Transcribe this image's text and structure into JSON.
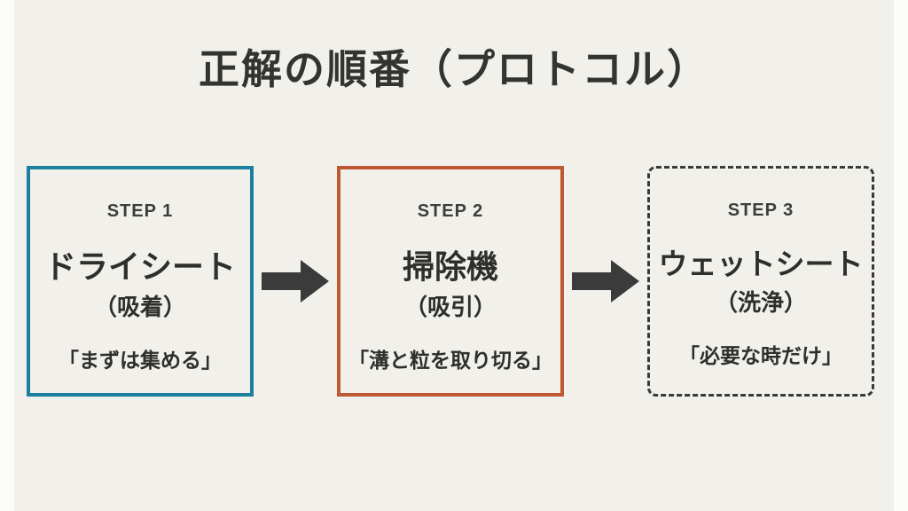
{
  "page": {
    "title": "正解の順番（プロトコル）"
  },
  "steps": [
    {
      "label": "STEP 1",
      "name": "ドライシート",
      "method": "（吸着）",
      "quote": "「まずは集める」",
      "border_color": "#1d7f9e",
      "border_style": "solid"
    },
    {
      "label": "STEP 2",
      "name": "掃除機",
      "method": "（吸引）",
      "quote": "「溝と粒を取り切る」",
      "border_color": "#c05933",
      "border_style": "solid"
    },
    {
      "label": "STEP 3",
      "name": "ウェットシート",
      "method": "（洗浄）",
      "quote": "「必要な時だけ」",
      "border_color": "#3a3a3a",
      "border_style": "dashed"
    }
  ],
  "colors": {
    "edge_strip": "#fcfcfa",
    "slide_background": "#f1f0eb",
    "title_text": "#333331",
    "step_label_text": "#3d3d3a",
    "body_text": "#2e2e2c",
    "arrow": "#3b3b3b"
  }
}
